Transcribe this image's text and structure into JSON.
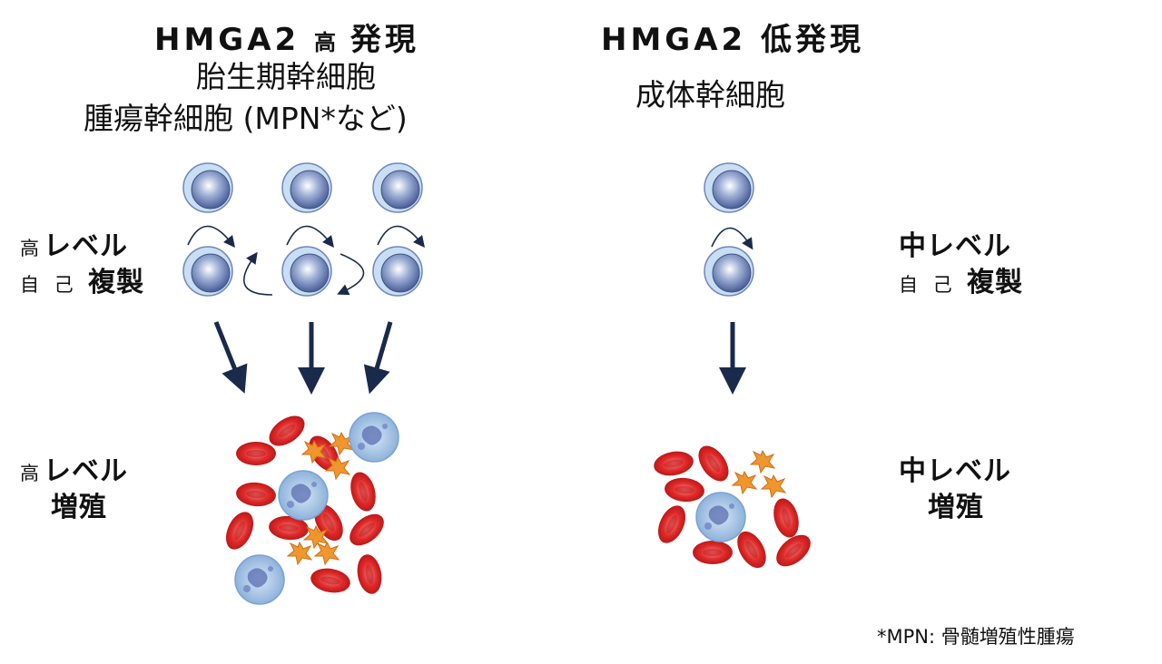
{
  "left": {
    "title_prefix": "HMGA2",
    "title_mid": "高",
    "title_suffix": "発現",
    "line1": "胎生期幹細胞",
    "line2": "腫瘍幹細胞 (MPN*など)",
    "self_renewal_level_small": "高",
    "self_renewal_level": "レベル",
    "self_renewal_prefix": "自 己",
    "self_renewal_word": "複製",
    "prolif_level_small": "高",
    "prolif_level": "レベル",
    "prolif_word": "増殖"
  },
  "right": {
    "title_prefix": "HMGA2",
    "title_suffix": "低発現",
    "line1": "成体幹細胞",
    "self_renewal_level": "中レベル",
    "self_renewal_prefix": "自 己",
    "self_renewal_word": "複製",
    "prolif_level": "中レベル",
    "prolif_word": "増殖"
  },
  "footnote": "*MPN: 骨髄増殖性腫瘍",
  "colors": {
    "stem_cell_outer": "#c9def3",
    "stem_cell_inner": "#5b6fa8",
    "arrow": "#1a2a4a",
    "rbc": "#e02a2a",
    "platelet": "#f0962e",
    "wbc": "#a9c9ea"
  }
}
